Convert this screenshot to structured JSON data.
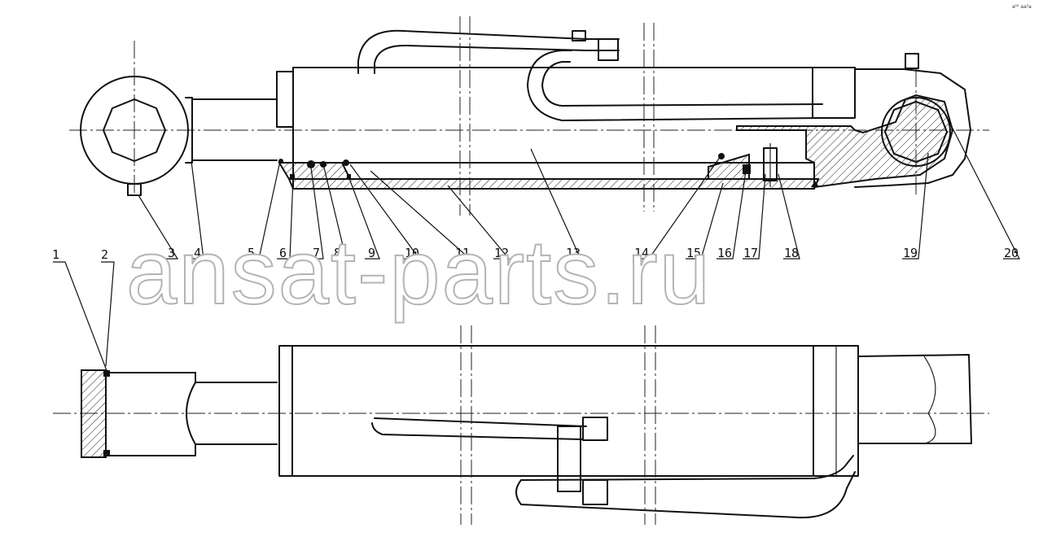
{
  "corner_mark": "a²² aa²a",
  "watermark": "ansat-parts.ru",
  "callouts": [
    "1",
    "2",
    "3",
    "4",
    "5",
    "6",
    "7",
    "8",
    "9",
    "10",
    "11",
    "12",
    "13",
    "14",
    "15",
    "16",
    "17",
    "18",
    "19",
    "20"
  ]
}
